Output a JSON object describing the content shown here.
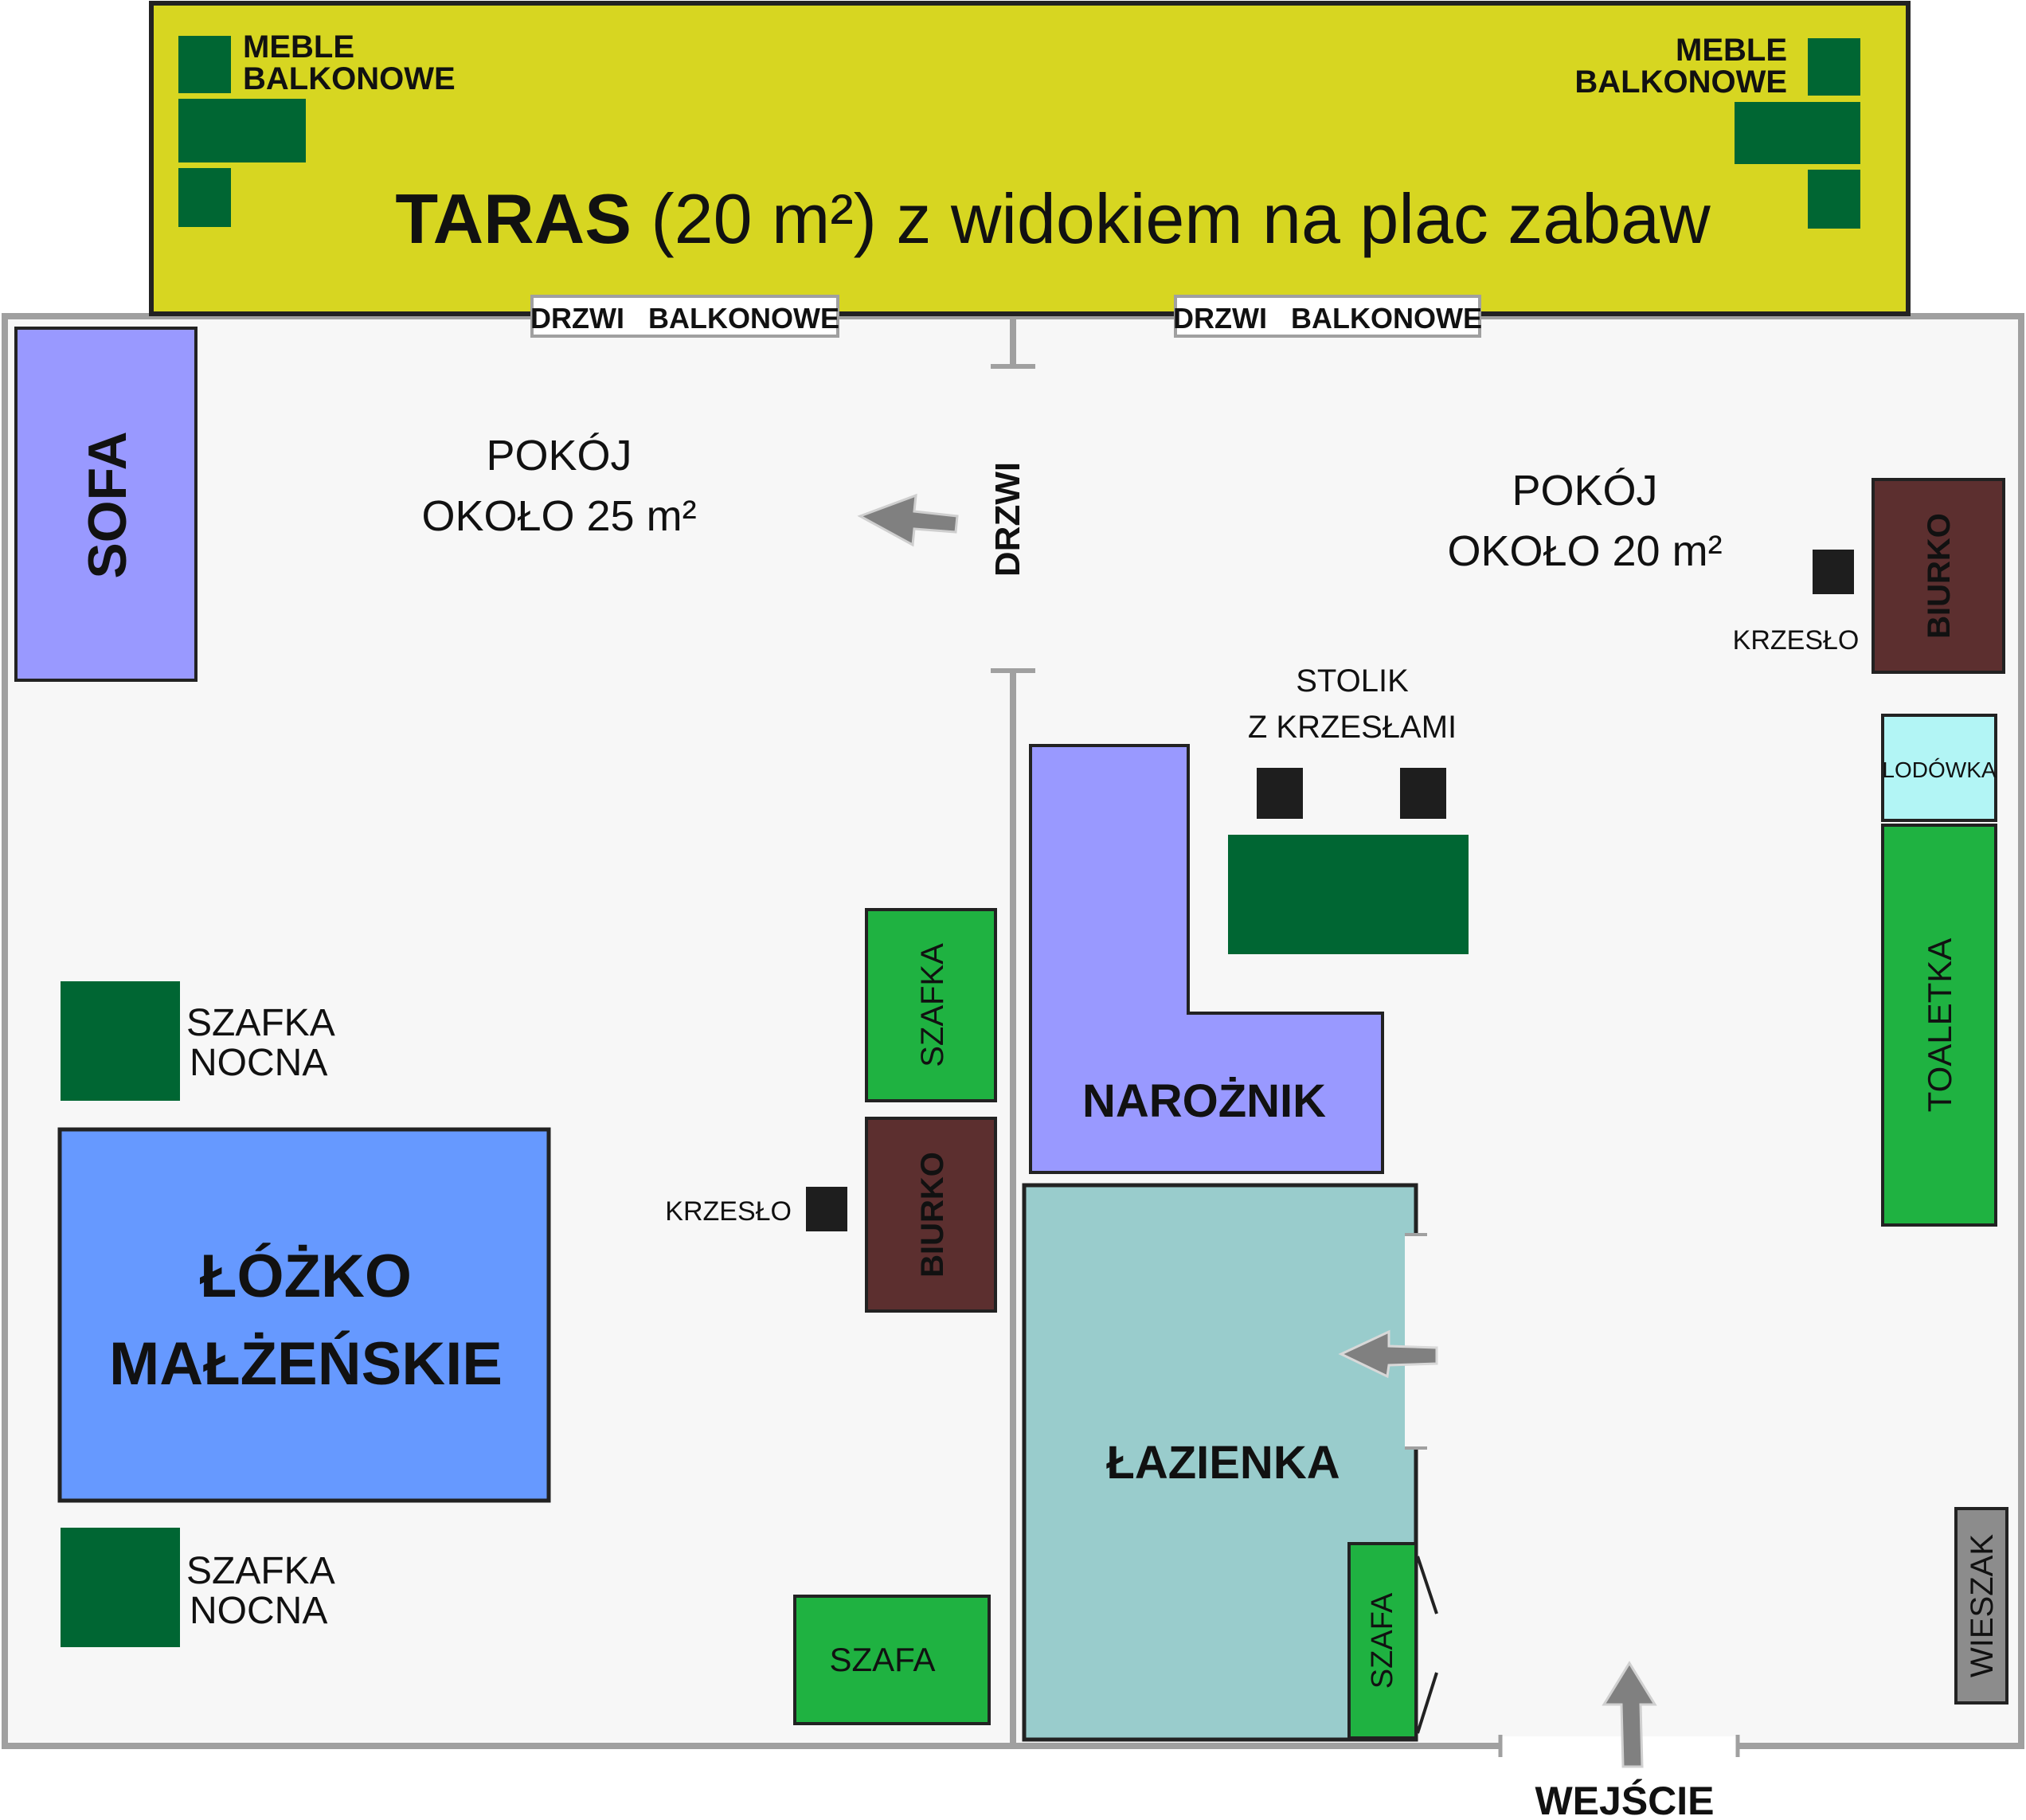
{
  "terrace": {
    "title_bold": "TARAS",
    "title_rest": " (20 m²) z widokiem na plac zabaw",
    "balcony_furniture_left": [
      "MEBLE",
      "BALKONOWE"
    ],
    "balcony_furniture_right": [
      "MEBLE",
      "BALKONOWE"
    ]
  },
  "doors": {
    "balcony_left": "DRZWI   BALKONOWE",
    "balcony_right": "DRZWI   BALKONOWE",
    "middle": "DRZWI"
  },
  "left_room": {
    "name": "POKÓJ",
    "area": "OKOŁO 25 m²",
    "sofa": "SOFA",
    "nightstand_top": [
      "SZAFKA",
      "NOCNA"
    ],
    "nightstand_bottom": [
      "SZAFKA",
      "NOCNA"
    ],
    "bed": [
      "ŁÓŻKO",
      "MAŁŻEŃSKIE"
    ],
    "cabinet": "SZAFKA",
    "desk": "BIURKO",
    "chair": "KRZESŁO",
    "wardrobe": "SZAFA"
  },
  "right_room": {
    "name": "POKÓJ",
    "area": "OKOŁO 20 m²",
    "desk": "BIURKO",
    "chair": "KRZESŁO",
    "table": [
      "STOLIK",
      "Z KRZESŁAMI"
    ],
    "fridge": "LODÓWKA",
    "vanity": "TOALETKA",
    "corner_sofa": "NAROŻNIK",
    "bathroom": "ŁAZIENKA",
    "wardrobe": "SZAFA",
    "hanger": "WIESZAK",
    "entrance": "WEJŚCIE"
  },
  "colors": {
    "terrace": "#d7d621",
    "dark_green": "#006633",
    "light_green": "#1fb241",
    "lavender": "#9999ff",
    "bed_blue": "#6699ff",
    "brown": "#5c2f2f",
    "bathroom": "#99cccc",
    "fridge": "#b2f5f5",
    "wall": "#a0a0a0",
    "floor": "#f7f7f7",
    "hanger": "#8c8c8c",
    "chair": "#1e1e1e"
  }
}
